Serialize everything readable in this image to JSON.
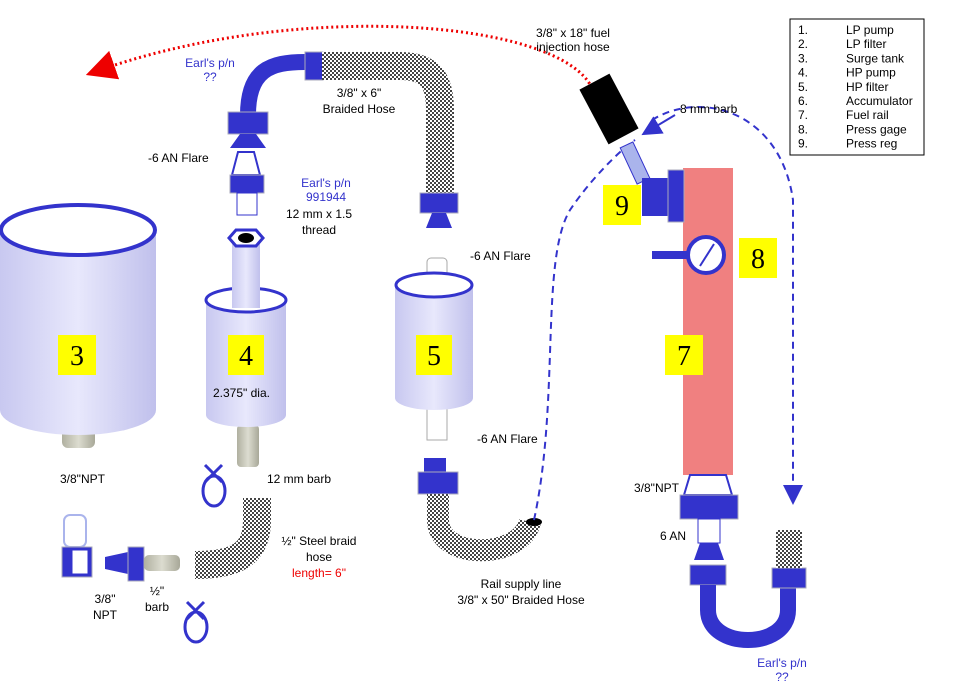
{
  "legend": {
    "items": [
      {
        "n": "1.",
        "label": "LP pump"
      },
      {
        "n": "2.",
        "label": "LP filter"
      },
      {
        "n": "3.",
        "label": "Surge tank"
      },
      {
        "n": "4.",
        "label": "HP pump"
      },
      {
        "n": "5.",
        "label": "HP filter"
      },
      {
        "n": "6.",
        "label": "Accumulator"
      },
      {
        "n": "7.",
        "label": "Fuel rail"
      },
      {
        "n": "8.",
        "label": "Press gage"
      },
      {
        "n": "9.",
        "label": "Press reg"
      }
    ]
  },
  "component_numbers": {
    "tank": "3",
    "hp_pump": "4",
    "hp_filter": "5",
    "fuel_rail": "7",
    "press_gage": "8",
    "press_reg": "9"
  },
  "labels": {
    "injection_hose_1": "3/8\" x 18\" fuel",
    "injection_hose_2": "injection hose",
    "earls_top_1": "Earl's p/n",
    "earls_top_2": "??",
    "braided_6_1": "3/8\" x 6\"",
    "braided_6_2": "Braided Hose",
    "an_flare_left": "-6 AN Flare",
    "earls_mid_1": "Earl's p/n",
    "earls_mid_2": "991944",
    "thread_1": "12 mm x 1.5",
    "thread_2": "thread",
    "an_flare_filter_top": "-6 AN Flare",
    "an_flare_filter_bottom": "-6 AN Flare",
    "dia": "2.375\" dia.",
    "npt_tank": "3/8\"NPT",
    "barb_12": "12 mm barb",
    "steel_braid_1": "½\" Steel braid",
    "steel_braid_2": "hose",
    "steel_braid_len": "length= 6\"",
    "npt_left_1": "3/8\"",
    "npt_left_2": "NPT",
    "barb_half_1": "½\"",
    "barb_half_2": "barb",
    "rail_supply_1": "Rail supply line",
    "rail_supply_2": "3/8\" x 50\" Braided Hose",
    "barb_8": "8 mm barb",
    "npt_rail": "3/8\"NPT",
    "an6": "6 AN",
    "earls_bottom_1": "Earl's p/n",
    "earls_bottom_2": "??"
  },
  "colors": {
    "fitting_blue": "#3333cc",
    "fuel_rail": "#f08080",
    "number_box": "#ffff00",
    "return_arrow": "#ee0000",
    "dashed_line": "#3333cc"
  }
}
